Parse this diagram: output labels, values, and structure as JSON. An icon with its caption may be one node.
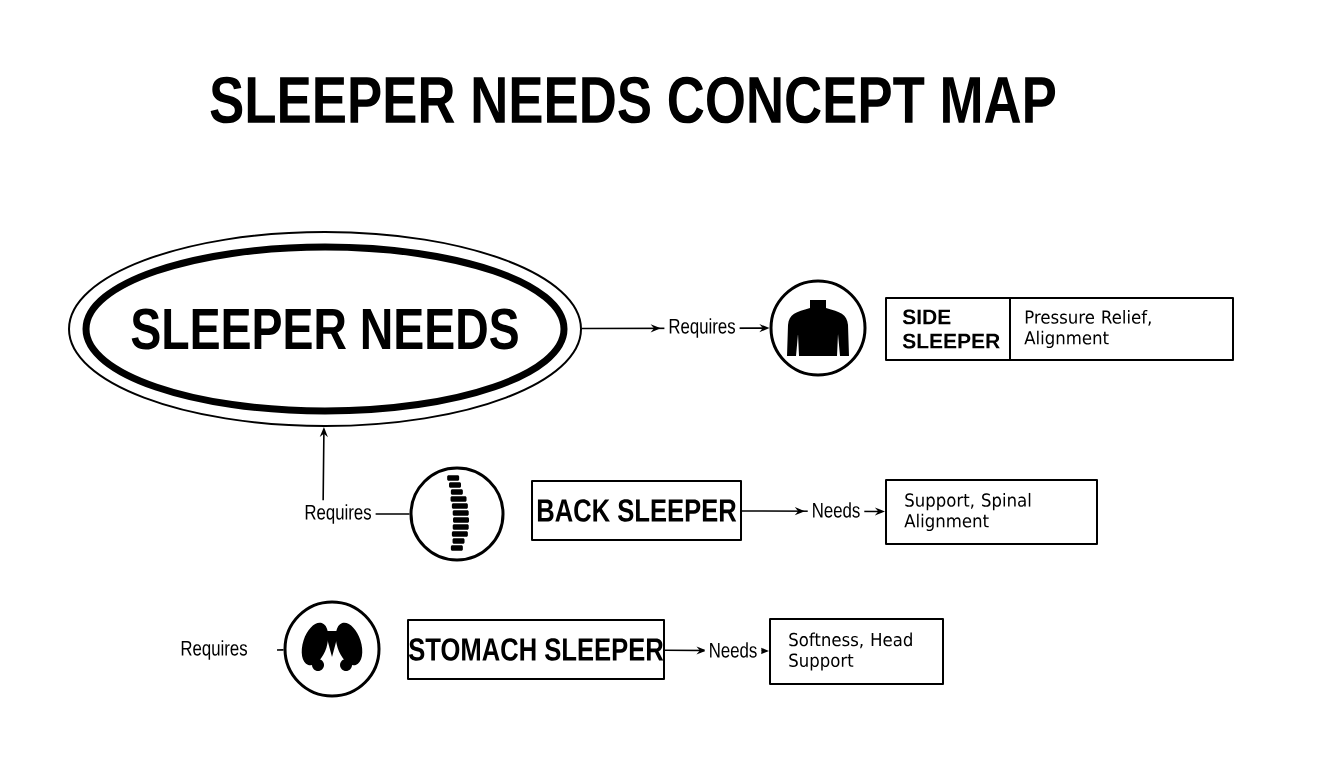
{
  "diagram": {
    "title": "SLEEPER NEEDS CONCEPT MAP",
    "nodes": [
      {
        "text": [
          "SLEEPER NEEDS"
        ]
      },
      {
        "text": [],
        "shape": "circle"
      },
      {
        "text": [
          "SIDE SLEEPER",
          "Pressure Relief, Alignment"
        ]
      },
      {
        "text": [],
        "shape": "circle"
      },
      {
        "text": [
          "BACK SLEEPER"
        ]
      },
      {
        "text": [
          "Support, Spinal Alignment"
        ]
      },
      {
        "text": [],
        "shape": "circle"
      },
      {
        "text": [
          "STOMACH SLEEPER"
        ]
      },
      {
        "text": [
          "Softness, Head Support"
        ]
      }
    ],
    "edges": [
      {
        "from": 0,
        "to": 1,
        "arrow": "to",
        "label": "Requires"
      },
      {
        "from": 3,
        "to": 0,
        "arrow": "to",
        "label": "Requires"
      },
      {
        "from": 4,
        "to": 5,
        "arrow": "to",
        "label": "Needs"
      },
      {
        "from": null,
        "to": 6,
        "arrow": "none",
        "label": "Requires"
      },
      {
        "from": 7,
        "to": 8,
        "arrow": "to",
        "label": "Needs"
      }
    ]
  }
}
